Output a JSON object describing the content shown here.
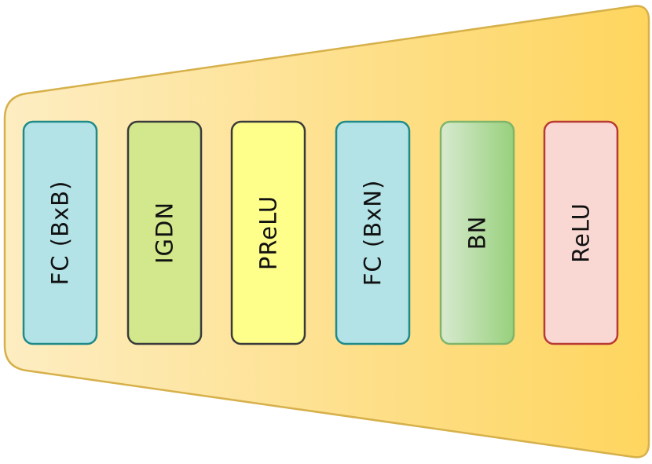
{
  "blocks": [
    {
      "label": "FC (BxB)",
      "fill": "#b3e3e6",
      "stroke": "#1f8a8a"
    },
    {
      "label": "IGDN",
      "fill": "#d3e88c",
      "stroke": "#3a3a3a"
    },
    {
      "label": "PReLU",
      "fill": "#fefe8a",
      "stroke": "#3a3a3a"
    },
    {
      "label": "FC (BxN)",
      "fill": "#b3e3e6",
      "stroke": "#1f8a8a"
    },
    {
      "label": "BN",
      "fill_start": "#d8ead0",
      "fill_end": "#97d07c",
      "stroke": "#7fb56a"
    },
    {
      "label": "ReLU",
      "fill": "#f9d7d2",
      "stroke": "#b83a35"
    }
  ],
  "container": {
    "fill_start": "#fdedc2",
    "fill_end": "#fed55e",
    "stroke": "#d6b04a"
  }
}
